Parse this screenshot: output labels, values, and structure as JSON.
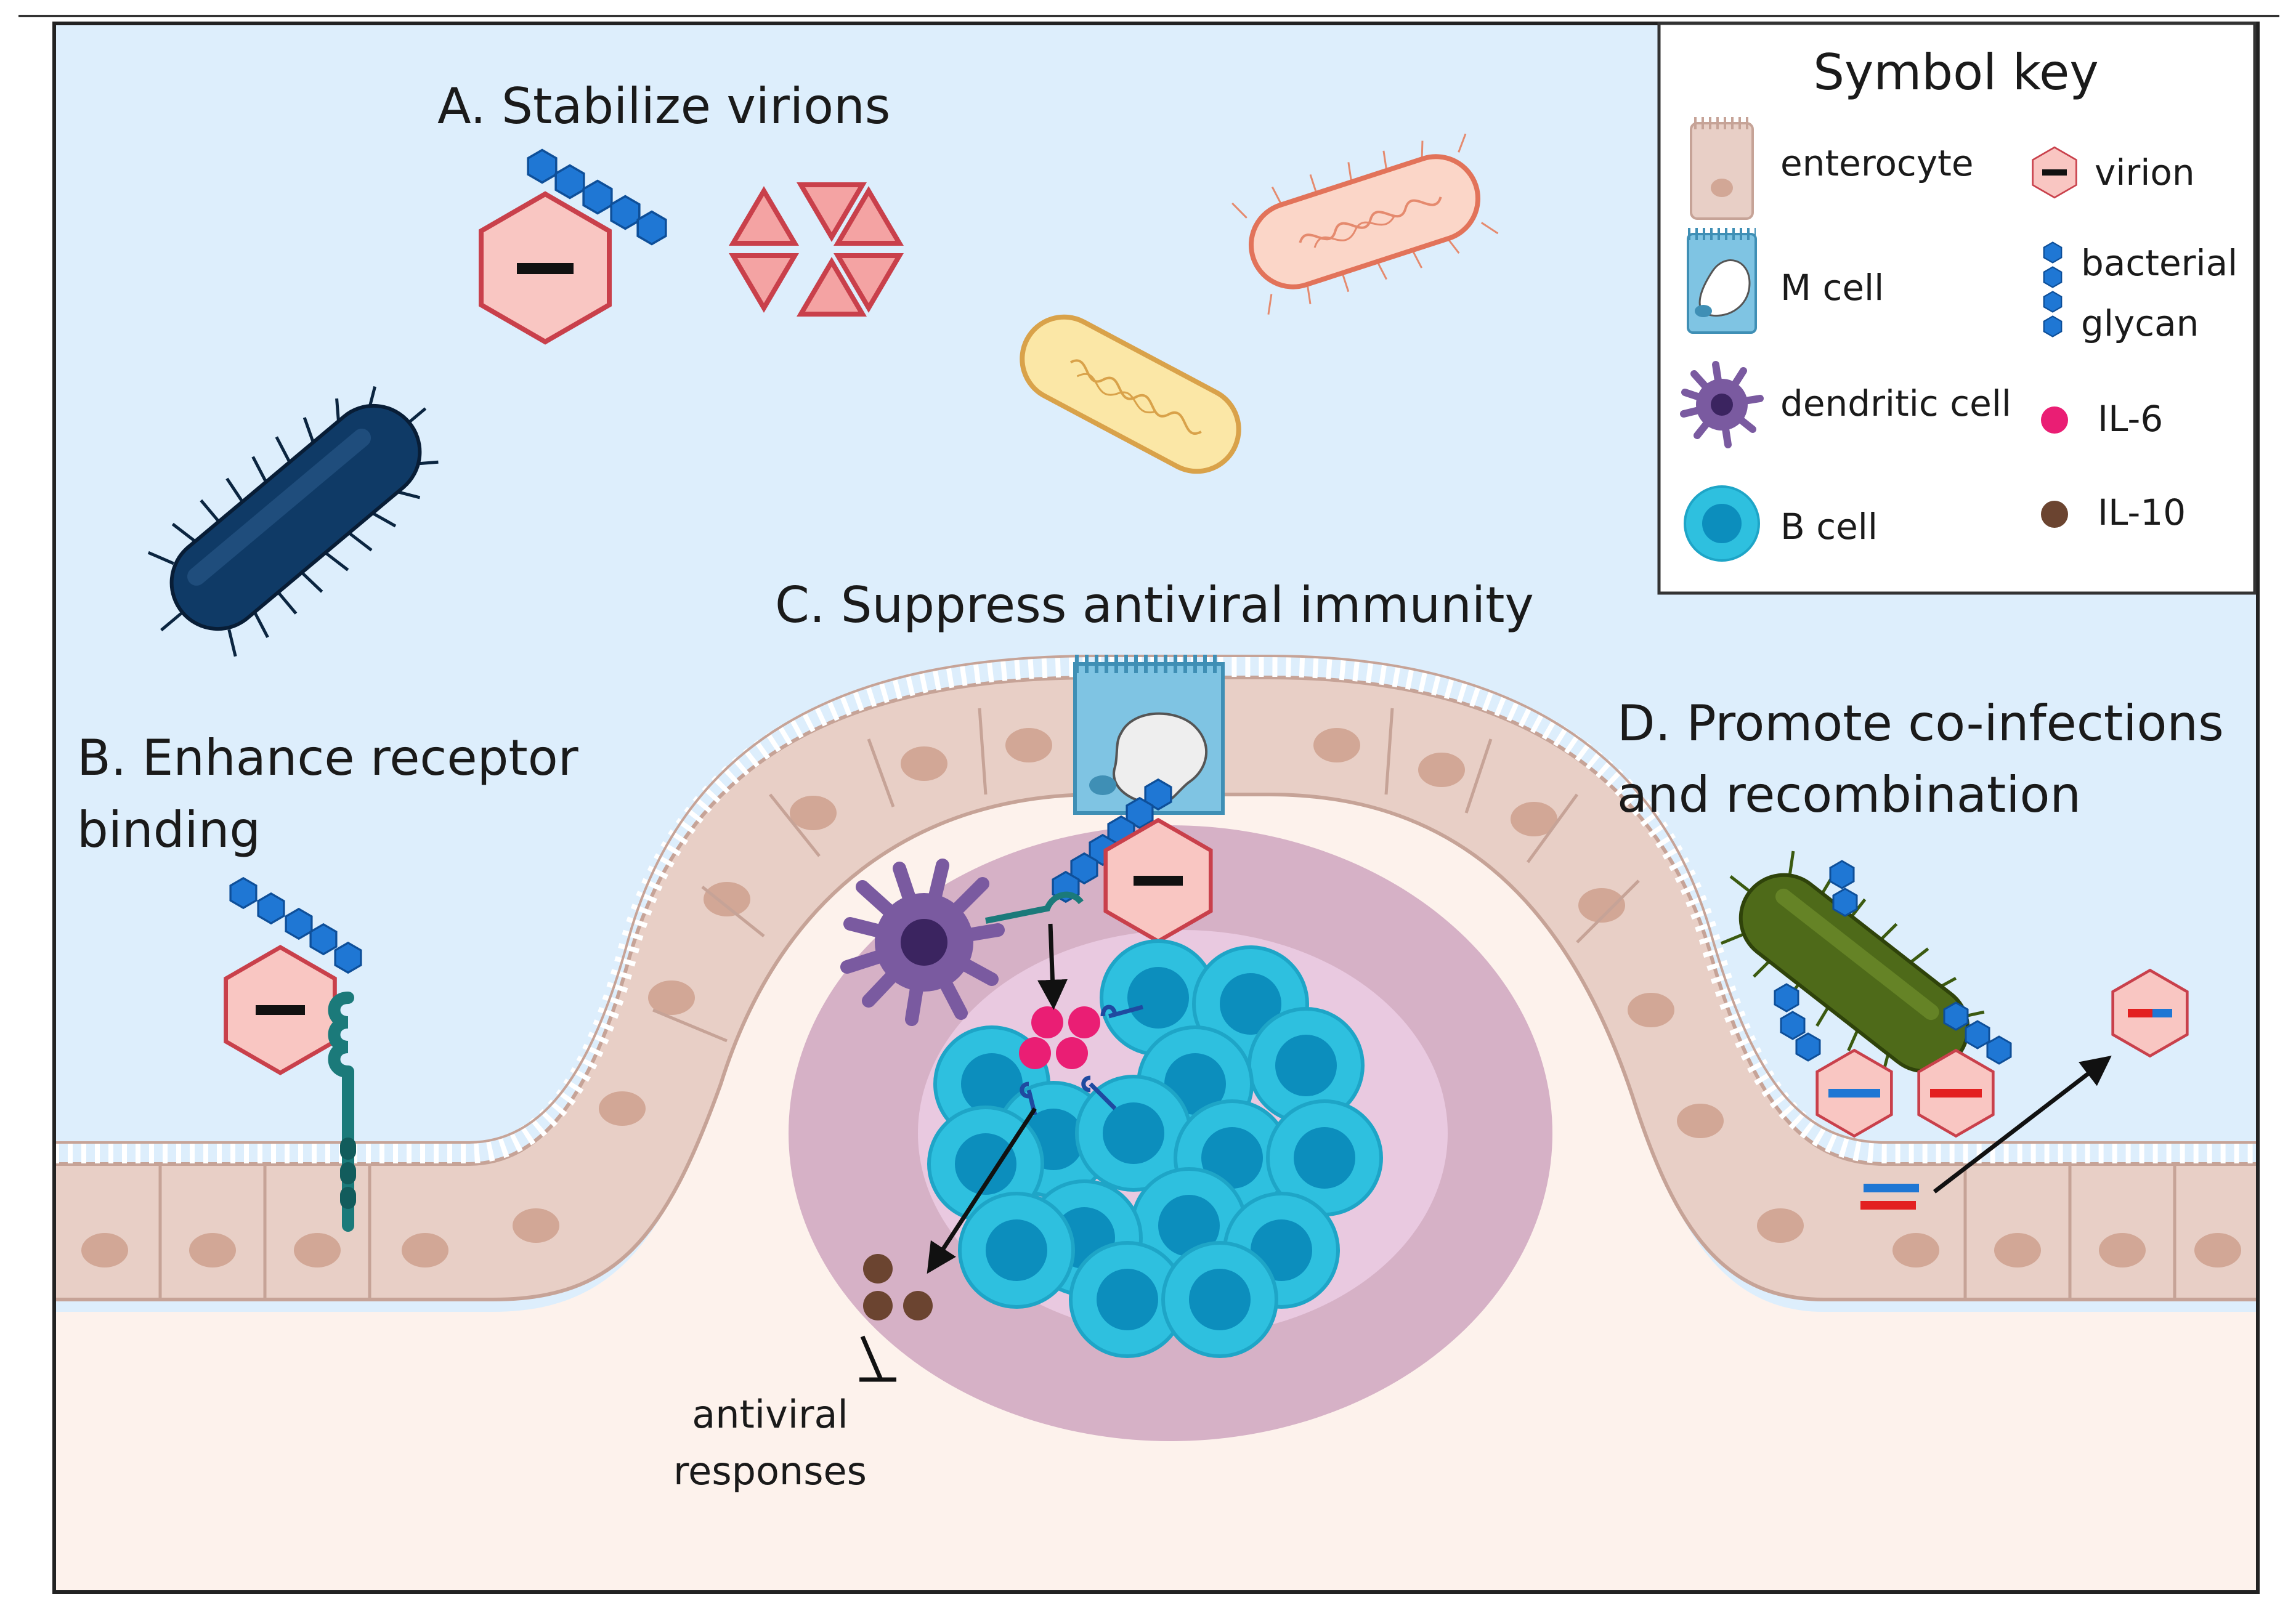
{
  "figure": {
    "title_a": "A. Stabilize virions",
    "title_b_line1": "B. Enhance receptor",
    "title_b_line2": "binding",
    "title_c": "C. Suppress antiviral immunity",
    "title_d_line1": "D. Promote co-infections",
    "title_d_line2": "and recombination",
    "inhibition_label_line1": "antiviral",
    "inhibition_label_line2": "responses"
  },
  "symbol_key": {
    "title": "Symbol key",
    "enterocyte": "enterocyte",
    "virion": "virion",
    "m_cell": "M cell",
    "bacterial_glycan_line1": "bacterial",
    "bacterial_glycan_line2": "glycan",
    "dendritic_cell": "dendritic cell",
    "il6": "IL-6",
    "b_cell": "B cell",
    "il10": "IL-10"
  },
  "colors": {
    "lumen": "#ddeefc",
    "tissue": "#fdf2ec",
    "epithelium": "#e8cfc6",
    "nucleus": "#d2a796",
    "patch_outer": "#d6b1c6",
    "patch_inner": "#e9c9e0",
    "virion_fill": "#f9c6c2",
    "virion_stroke": "#c9404b",
    "glycan": "#1f77d4",
    "b_cell": "#2ec0df",
    "b_cell_nucleus": "#0c8ebd",
    "dendritic_cell": "#7a5aa0",
    "il6": "#ea1e74",
    "il10": "#6b4430",
    "m_cell": "#7fc4e3",
    "receptor": "#1b7a7a"
  },
  "icons": [
    "dark-blue-bacterium-icon",
    "orange-bacterium-icon",
    "yellow-bacterium-icon",
    "green-bacterium-icon",
    "virion-icon",
    "capsid-fragments-icon",
    "glycan-chain-icon",
    "receptor-icon",
    "dendritic-cell-icon",
    "b-cell-icon",
    "il6-icon",
    "il10-icon",
    "m-cell-icon",
    "enterocyte-icon",
    "arrow-icon",
    "inhibition-bar-icon"
  ]
}
